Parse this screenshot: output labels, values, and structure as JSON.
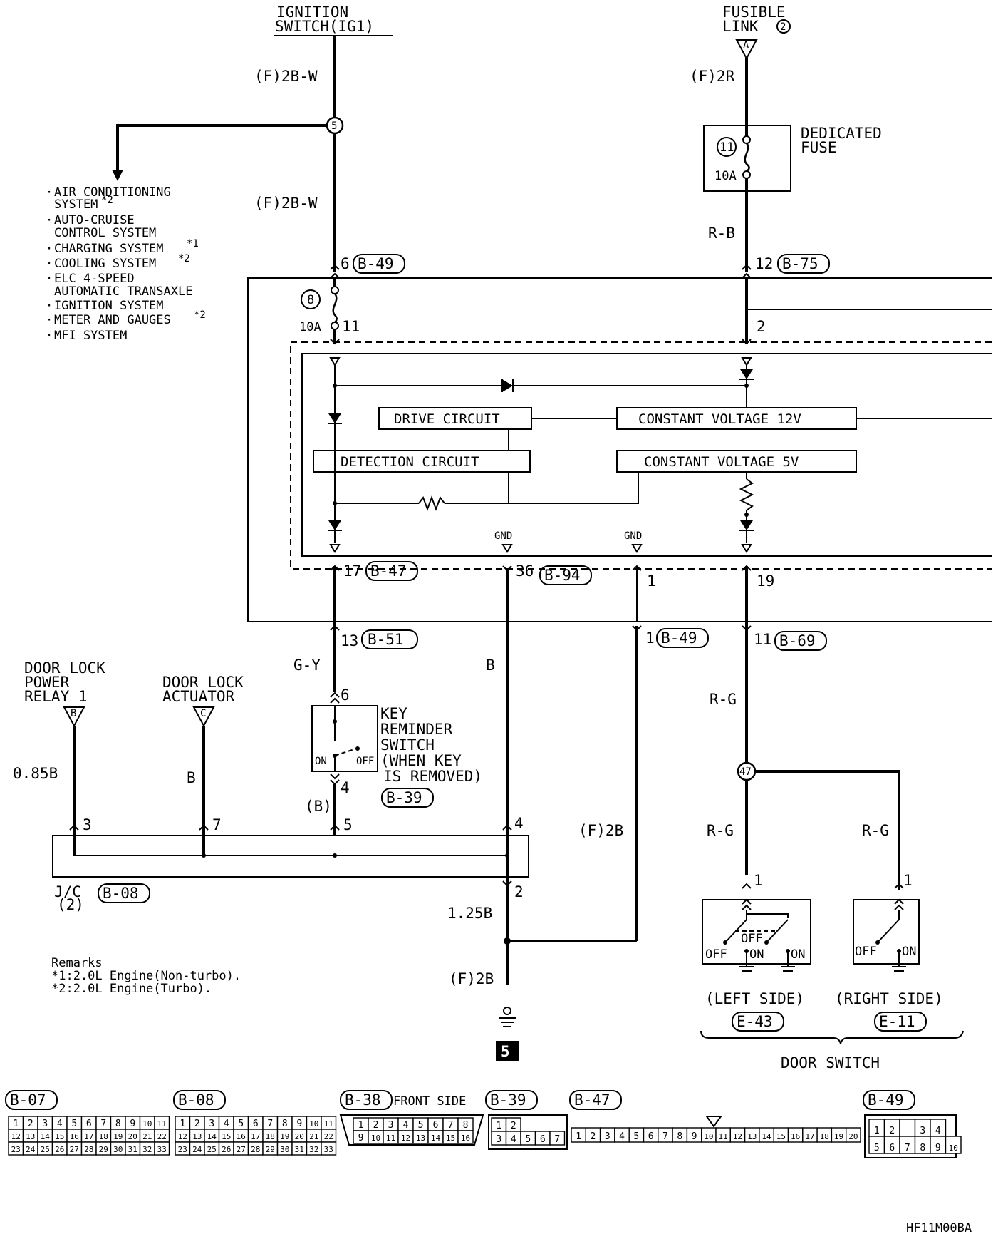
{
  "diagram_code": "HF11M00BA",
  "sources": {
    "ignition": {
      "line1": "IGNITION",
      "line2": "SWITCH(IG1)"
    },
    "fusible": {
      "line1": "FUSIBLE",
      "line2": "LINK",
      "num": "2",
      "conn": "A"
    }
  },
  "wires": {
    "f2bw_top": "(F)2B-W",
    "f2bw_mid": "(F)2B-W",
    "f2r": "(F)2R",
    "rb": "R-B",
    "gy": "G-Y",
    "b_center": "B",
    "b_actuator": "B",
    "b_085": "0.85B",
    "b_paren": "(B)",
    "f2b_right": "(F)2B",
    "b_125": "1.25B",
    "f2b_ground": "(F)2B",
    "rg_top": "R-G",
    "rg_left": "R-G",
    "rg_right": "R-G"
  },
  "splices": {
    "s5": "5",
    "s47": "47"
  },
  "fuses": {
    "dedicated": {
      "num": "11",
      "rating": "10A",
      "label1": "DEDICATED",
      "label2": "FUSE"
    },
    "internal": {
      "num": "8",
      "rating": "10A",
      "pin": "11"
    }
  },
  "branch_systems": [
    {
      "text": "AIR CONDITIONING",
      "sup": ""
    },
    {
      "text": "SYSTEM",
      "sup": "*2"
    },
    {
      "text": "AUTO-CRUISE",
      "sup": ""
    },
    {
      "text": "CONTROL SYSTEM",
      "sup": ""
    },
    {
      "text": "CHARGING SYSTEM",
      "sup": "*1"
    },
    {
      "text": "COOLING SYSTEM",
      "sup": "*2"
    },
    {
      "text": "ELC 4-SPEED",
      "sup": ""
    },
    {
      "text": "AUTOMATIC TRANSAXLE",
      "sup": ""
    },
    {
      "text": "IGNITION SYSTEM",
      "sup": ""
    },
    {
      "text": "METER AND GAUGES",
      "sup": "*2"
    },
    {
      "text": "MFI SYSTEM",
      "sup": ""
    }
  ],
  "module": {
    "drive_circuit": "DRIVE CIRCUIT",
    "detection_circuit": "DETECTION CIRCUIT",
    "cv12": "CONSTANT VOLTAGE 12V",
    "cv5": "CONSTANT VOLTAGE 5V",
    "gnd1": "GND",
    "gnd2": "GND"
  },
  "pins": {
    "p6": "6",
    "c_b49_a": "B-49",
    "p12": "12",
    "c_b75": "B-75",
    "p2": "2",
    "p17": "17",
    "c_b47": "B-47",
    "p36": "36",
    "c_b94": "B-94",
    "p1": "1",
    "p19": "19",
    "p13": "13",
    "c_b51": "B-51",
    "p1b": "1",
    "c_b49_b": "B-49",
    "p11": "11",
    "c_b69": "B-69",
    "ks6": "6",
    "ks4": "4",
    "jc3": "3",
    "jc7": "7",
    "jc5": "5",
    "jc4": "4",
    "jc2": "2",
    "ds1l": "1",
    "ds1r": "1"
  },
  "components": {
    "dlpr": {
      "line1": "DOOR LOCK",
      "line2": "POWER",
      "line3": "RELAY 1",
      "conn": "B"
    },
    "dla": {
      "line1": "DOOR LOCK",
      "line2": "ACTUATOR",
      "conn": "C"
    },
    "key_switch": {
      "line1": "KEY",
      "line2": "REMINDER",
      "line3": "SWITCH",
      "line4": "(WHEN KEY",
      "line5": "IS REMOVED)",
      "conn": "B-39",
      "on": "ON",
      "off": "OFF"
    },
    "jc": {
      "label": "J/C",
      "sub": "(2)",
      "conn": "B-08"
    },
    "door_left": {
      "off1": "OFF",
      "off2": "OFF",
      "on1": "ON",
      "on2": "ON",
      "side": "(LEFT SIDE)",
      "conn": "E-43"
    },
    "door_right": {
      "off": "OFF",
      "on": "ON",
      "side": "(RIGHT SIDE)",
      "conn": "E-11"
    },
    "door_switch": "DOOR SWITCH",
    "ground_num": "5"
  },
  "remarks": {
    "title": "Remarks",
    "r1": "*1:2.0L Engine(Non-turbo).",
    "r2": "*2:2.0L Engine(Turbo)."
  },
  "connectors": {
    "b07": {
      "label": "B-07",
      "rows": [
        [
          "1",
          "2",
          "3",
          "4",
          "5",
          "6",
          "7",
          "8",
          "9",
          "10",
          "11"
        ],
        [
          "12",
          "13",
          "14",
          "15",
          "16",
          "17",
          "18",
          "19",
          "20",
          "21",
          "22"
        ],
        [
          "23",
          "24",
          "25",
          "26",
          "27",
          "28",
          "29",
          "30",
          "31",
          "32",
          "33"
        ]
      ]
    },
    "b08": {
      "label": "B-08",
      "rows": [
        [
          "1",
          "2",
          "3",
          "4",
          "5",
          "6",
          "7",
          "8",
          "9",
          "10",
          "11"
        ],
        [
          "12",
          "13",
          "14",
          "15",
          "16",
          "17",
          "18",
          "19",
          "20",
          "21",
          "22"
        ],
        [
          "23",
          "24",
          "25",
          "26",
          "27",
          "28",
          "29",
          "30",
          "31",
          "32",
          "33"
        ]
      ]
    },
    "b38": {
      "label": "B-38",
      "note": "FRONT SIDE",
      "rows": [
        [
          "1",
          "2",
          "3",
          "4",
          "5",
          "6",
          "7",
          "8"
        ],
        [
          "9",
          "10",
          "11",
          "12",
          "13",
          "14",
          "15",
          "16"
        ]
      ]
    },
    "b39": {
      "label": "B-39",
      "rows": [
        [
          "1",
          "2"
        ],
        [
          "3",
          "4",
          "5",
          "6",
          "7"
        ]
      ]
    },
    "b47": {
      "label": "B-47",
      "pins": [
        "1",
        "2",
        "3",
        "4",
        "5",
        "6",
        "7",
        "8",
        "9",
        "10",
        "11",
        "12",
        "13",
        "14",
        "15",
        "16",
        "17",
        "18",
        "19",
        "20"
      ]
    },
    "b49": {
      "label": "B-49",
      "rows": [
        [
          "1",
          "2",
          "",
          "3",
          "4"
        ],
        [
          "5",
          "6",
          "7",
          "8",
          "9",
          "10"
        ]
      ]
    }
  }
}
